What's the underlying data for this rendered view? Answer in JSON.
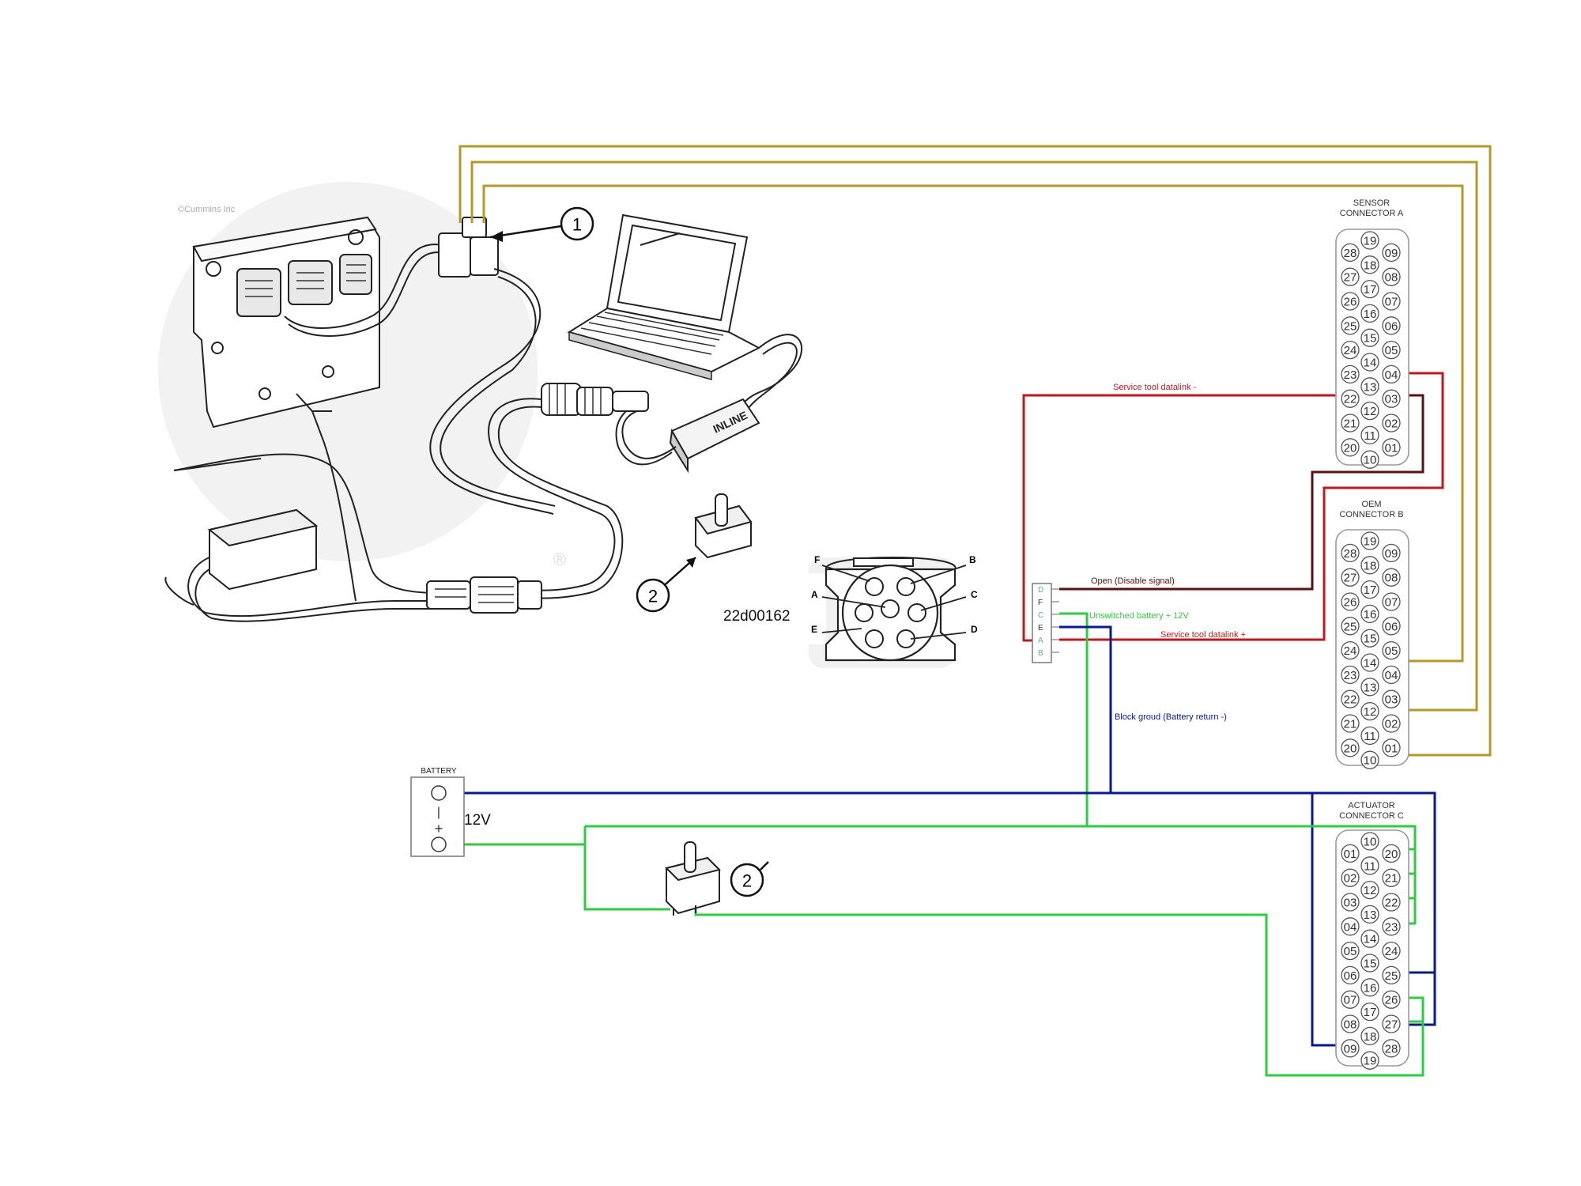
{
  "watermark": "©Cummins Inc",
  "callouts": {
    "c1": "1",
    "c2a": "2",
    "c2b": "2"
  },
  "inline_logo": "INLINE",
  "part_number": "22d00162",
  "deutsch_pins": [
    "F",
    "B",
    "A",
    "C",
    "E",
    "D"
  ],
  "connector_a": {
    "title_line1": "SENSOR",
    "title_line2": "CONNECTOR  A",
    "rows": [
      [
        "",
        "19",
        ""
      ],
      [
        "28",
        "",
        "09"
      ],
      [
        "",
        "18",
        ""
      ],
      [
        "27",
        "",
        "08"
      ],
      [
        "",
        "17",
        ""
      ],
      [
        "26",
        "",
        "07"
      ],
      [
        "",
        "16",
        ""
      ],
      [
        "25",
        "",
        "06"
      ],
      [
        "",
        "15",
        ""
      ],
      [
        "24",
        "",
        "05"
      ],
      [
        "",
        "14",
        ""
      ],
      [
        "23",
        "",
        "04"
      ],
      [
        "",
        "13",
        ""
      ],
      [
        "22",
        "",
        "03"
      ],
      [
        "",
        "12",
        ""
      ],
      [
        "21",
        "",
        "02"
      ],
      [
        "",
        "11",
        ""
      ],
      [
        "20",
        "",
        "01"
      ],
      [
        "",
        "10",
        ""
      ]
    ]
  },
  "connector_b": {
    "title_line1": "OEM",
    "title_line2": "CONNECTOR  B",
    "rows": [
      [
        "",
        "19",
        ""
      ],
      [
        "28",
        "",
        "09"
      ],
      [
        "",
        "18",
        ""
      ],
      [
        "27",
        "",
        "08"
      ],
      [
        "",
        "17",
        ""
      ],
      [
        "26",
        "",
        "07"
      ],
      [
        "",
        "16",
        ""
      ],
      [
        "25",
        "",
        "06"
      ],
      [
        "",
        "15",
        ""
      ],
      [
        "24",
        "",
        "05"
      ],
      [
        "",
        "14",
        ""
      ],
      [
        "23",
        "",
        "04"
      ],
      [
        "",
        "13",
        ""
      ],
      [
        "22",
        "",
        "03"
      ],
      [
        "",
        "12",
        ""
      ],
      [
        "21",
        "",
        "02"
      ],
      [
        "",
        "11",
        ""
      ],
      [
        "20",
        "",
        "01"
      ],
      [
        "",
        "10",
        ""
      ]
    ]
  },
  "connector_c": {
    "title_line1": "ACTUATOR",
    "title_line2": "CONNECTOR  C",
    "rows": [
      [
        "",
        "10",
        ""
      ],
      [
        "01",
        "",
        "20"
      ],
      [
        "",
        "11",
        ""
      ],
      [
        "02",
        "",
        "21"
      ],
      [
        "",
        "12",
        ""
      ],
      [
        "03",
        "",
        "22"
      ],
      [
        "",
        "13",
        ""
      ],
      [
        "04",
        "",
        "23"
      ],
      [
        "",
        "14",
        ""
      ],
      [
        "05",
        "",
        "24"
      ],
      [
        "",
        "15",
        ""
      ],
      [
        "06",
        "",
        "25"
      ],
      [
        "",
        "16",
        ""
      ],
      [
        "07",
        "",
        "26"
      ],
      [
        "",
        "17",
        ""
      ],
      [
        "08",
        "",
        "27"
      ],
      [
        "",
        "18",
        ""
      ],
      [
        "09",
        "",
        "28"
      ],
      [
        "",
        "19",
        ""
      ]
    ]
  },
  "terminal_strip": {
    "pins": [
      "D",
      "F",
      "C",
      "E",
      "A",
      "B"
    ]
  },
  "wire_labels": {
    "service_minus": "Service tool datalink -",
    "open_disable": "Open (Disable signal)",
    "unswitched": "Unswitched battery + 12V",
    "service_plus": "Service tool datalink +",
    "block_ground": "Block groud (Battery return -)"
  },
  "battery": {
    "title": "BATTERY",
    "voltage": "12V",
    "minus": "|",
    "plus": "+"
  },
  "colors": {
    "red": "#c0181c",
    "darkred": "#5a1010",
    "green": "#2ecc40",
    "blue": "#0a1a8c",
    "olive": "#b39a2a"
  }
}
